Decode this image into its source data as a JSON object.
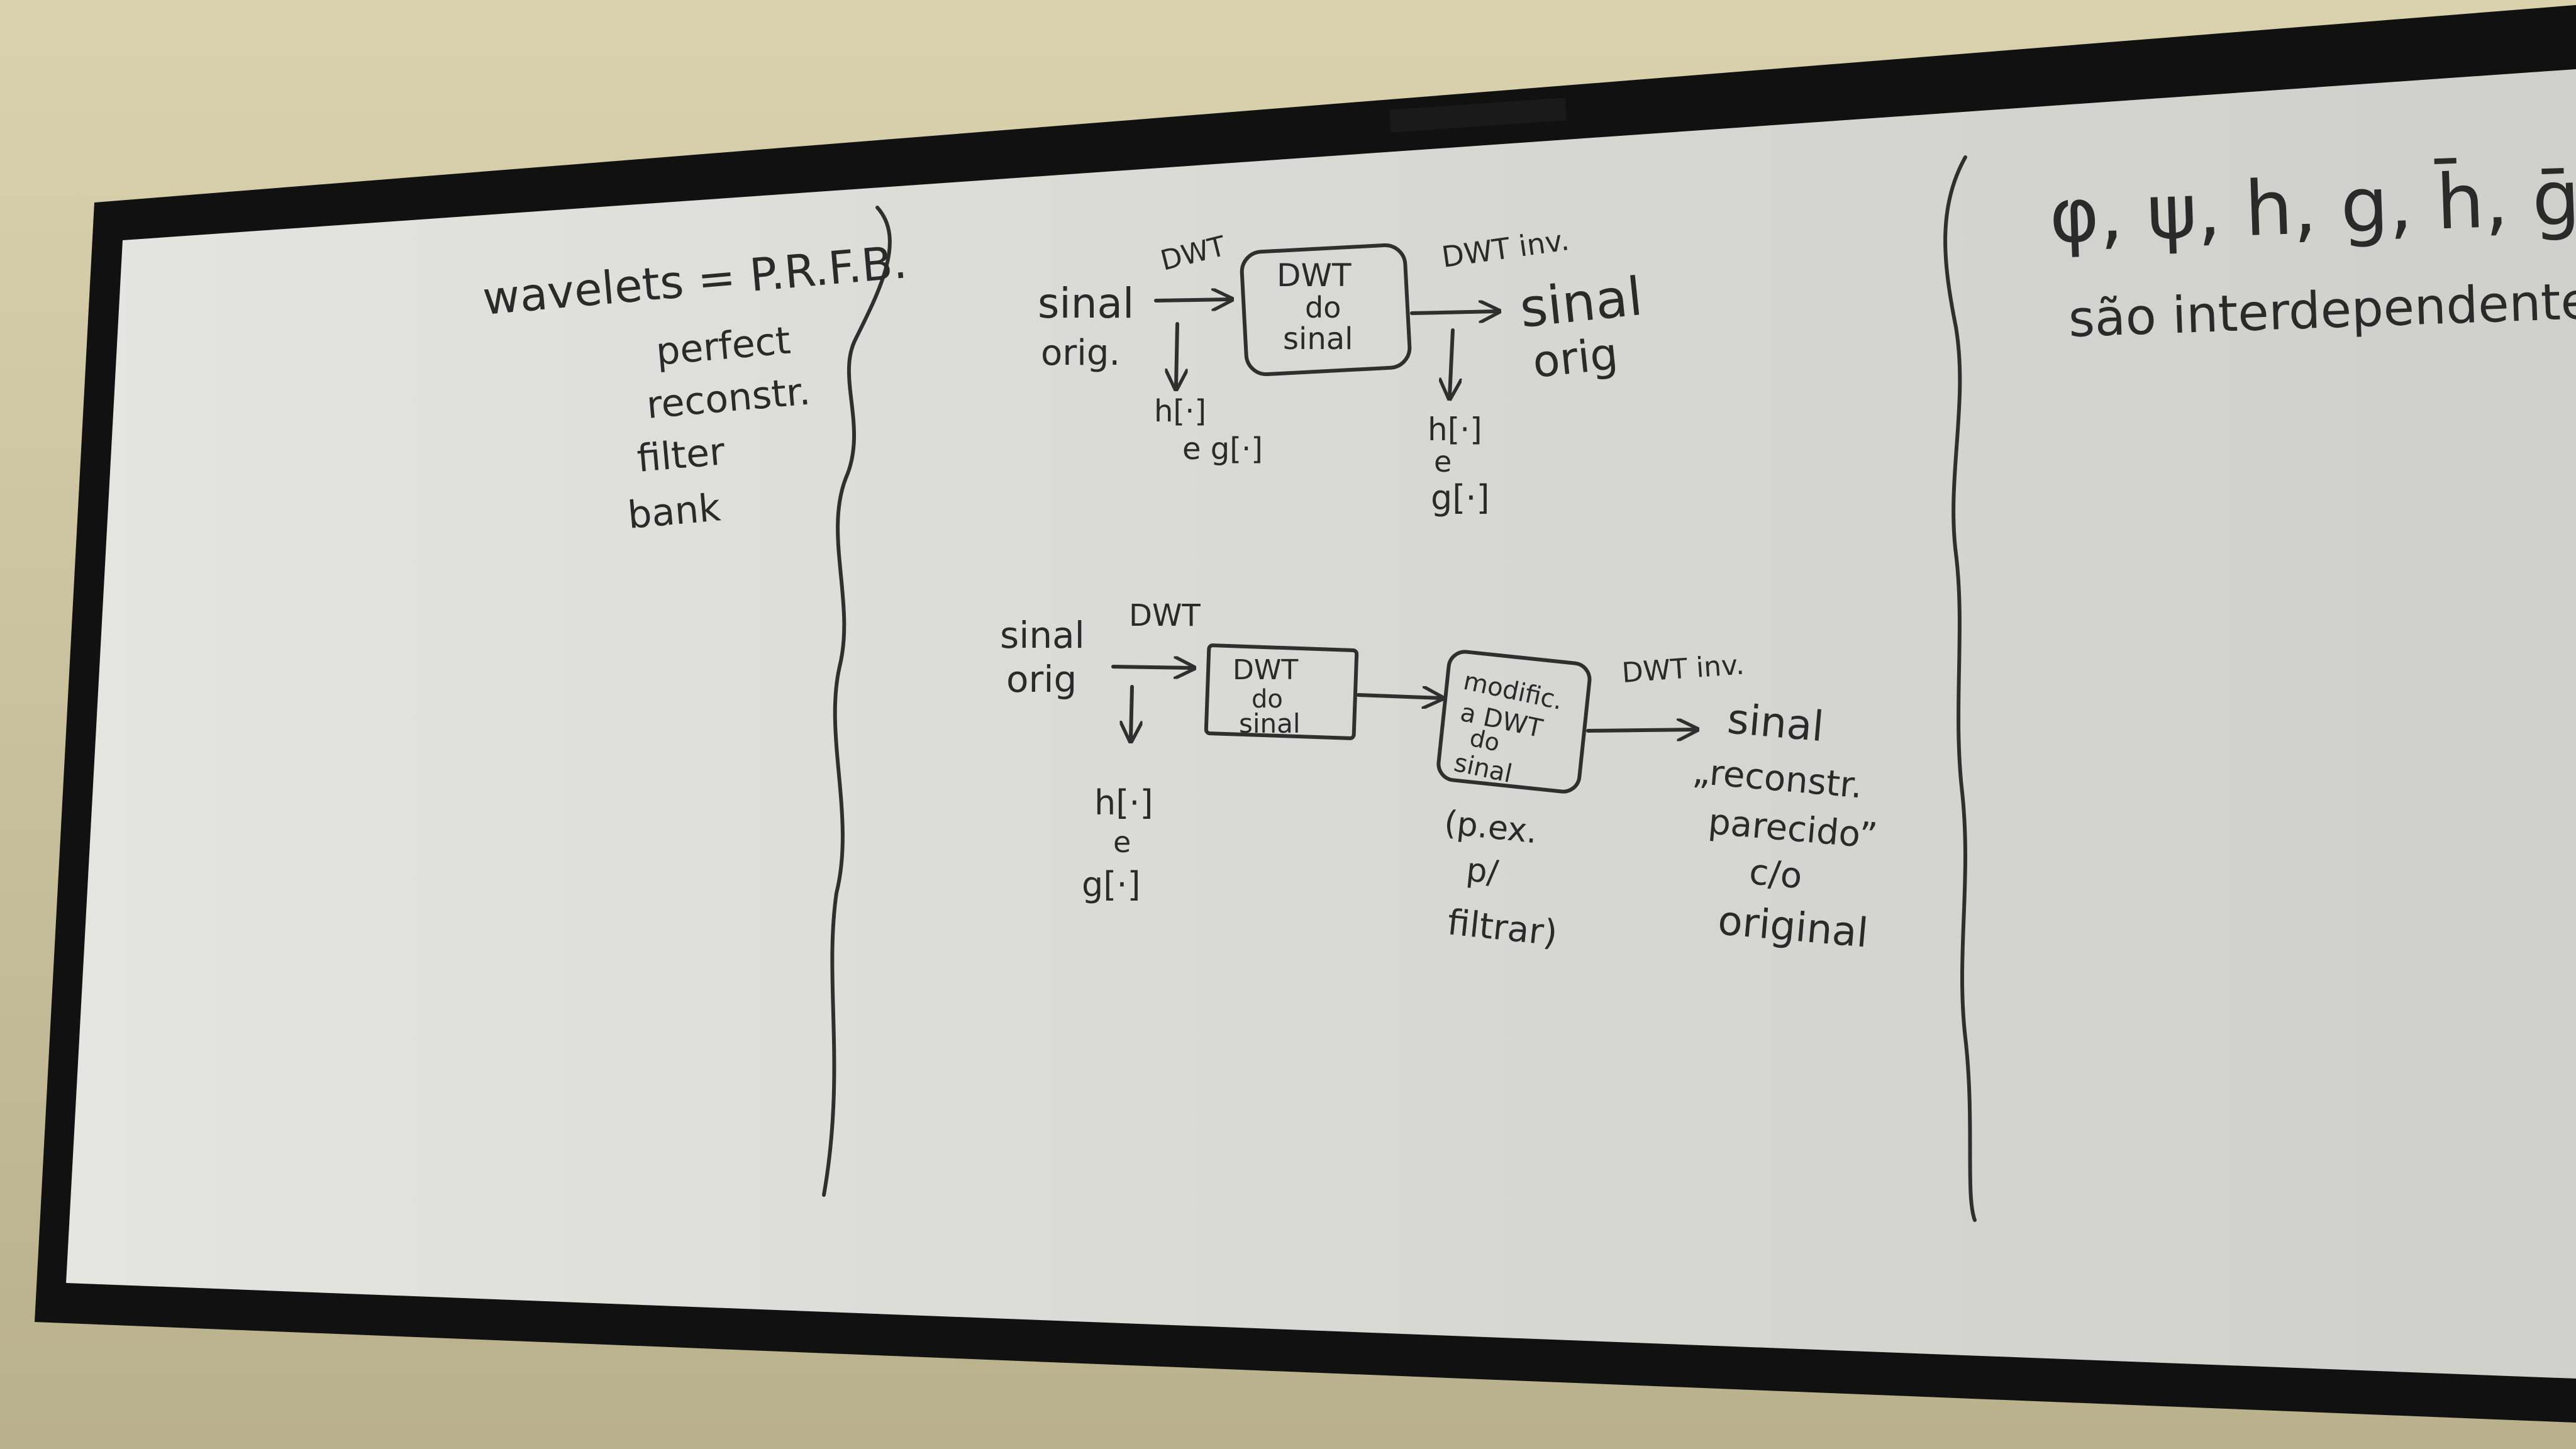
{
  "left_panel": {
    "title": "wavelets = P.R.F.B.",
    "lines": [
      "perfect",
      "reconstr.",
      "filter",
      "bank"
    ]
  },
  "diagram_top": {
    "input": [
      "sinal",
      "orig."
    ],
    "arrow_label": "DWT",
    "box": [
      "DWT",
      "do",
      "sinal"
    ],
    "filters_in": [
      "h[·]",
      "e g[·]"
    ],
    "inv_label": "DWT inv.",
    "output": [
      "sinal",
      "orig"
    ],
    "filters_out": [
      "h[·]",
      "e",
      "g[·]"
    ]
  },
  "diagram_bottom": {
    "input": [
      "sinal",
      "orig"
    ],
    "arrow_label": "DWT",
    "box": [
      "DWT",
      "do",
      "sinal"
    ],
    "filters_in": [
      "h[·]",
      "e",
      "g[·]"
    ],
    "modify_box": [
      "modific.",
      "a DWT",
      "do",
      "sinal"
    ],
    "modify_note": [
      "(p.ex.",
      "p/",
      "filtrar)"
    ],
    "inv_label": "DWT inv.",
    "output": [
      "sinal",
      "„reconstr.",
      "parecido”",
      "c/o",
      "original"
    ]
  },
  "right_panel": {
    "symbols": "φ, ψ, h, g, h̄, ḡ",
    "text": "são interdependentes"
  }
}
